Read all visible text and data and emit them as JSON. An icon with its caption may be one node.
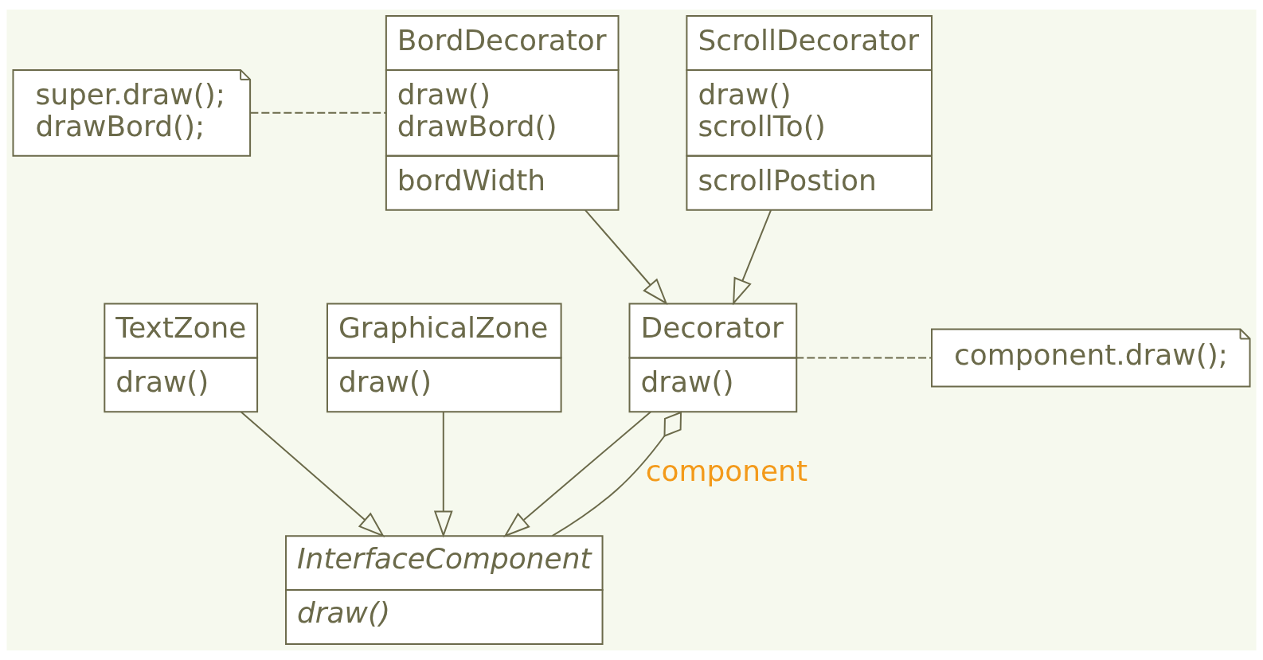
{
  "diagram": {
    "nodes": [
      {
        "text": [
          "InterfaceComponent",
          "draw()"
        ]
      },
      {
        "text": [
          "TextZone",
          "draw()"
        ]
      },
      {
        "text": [
          "GraphicalZone",
          "draw()"
        ]
      },
      {
        "text": [
          "Decorator",
          "draw()"
        ]
      },
      {
        "text": [
          "component.draw();"
        ]
      },
      {
        "text": [
          "BordDecorator",
          "draw() drawBord()",
          "bordWidth"
        ]
      },
      {
        "text": [
          "ScrollDecorator",
          "draw() scrollTo()",
          "scrollPostion"
        ]
      },
      {
        "text": [
          "super.draw(); drawBord();"
        ]
      }
    ],
    "edges": [
      {
        "from": 1,
        "to": 0,
        "arrow": "to"
      },
      {
        "from": 2,
        "to": 0,
        "arrow": "to"
      },
      {
        "from": 3,
        "to": 0,
        "arrow": "to"
      },
      {
        "from": 3,
        "to": 0,
        "arrow": "other",
        "label": "component"
      },
      {
        "from": 3,
        "to": 4,
        "arrow": "none",
        "style": "dashed"
      },
      {
        "from": 5,
        "to": 3,
        "arrow": "to"
      },
      {
        "from": 6,
        "to": 3,
        "arrow": "to"
      },
      {
        "from": 7,
        "to": 5,
        "arrow": "none",
        "style": "dashed"
      }
    ]
  }
}
